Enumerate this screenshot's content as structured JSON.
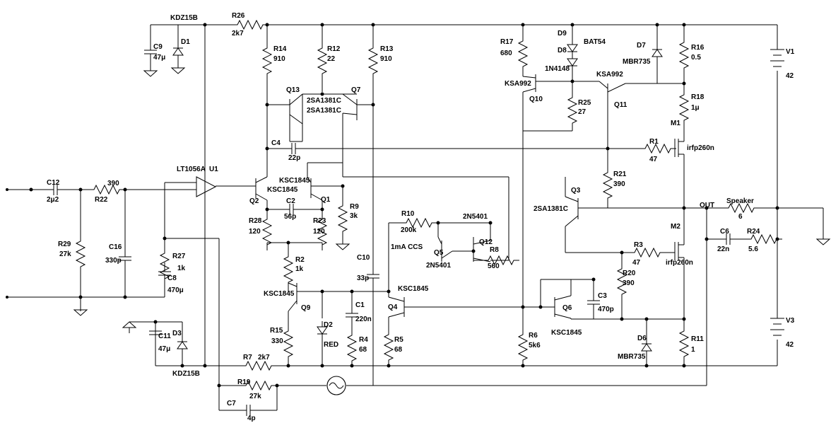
{
  "schematic": {
    "components": {
      "R26": {
        "ref": "R26",
        "value": "2k7"
      },
      "R14": {
        "ref": "R14",
        "value": "910"
      },
      "R12": {
        "ref": "R12",
        "value": "22"
      },
      "R13": {
        "ref": "R13",
        "value": "910"
      },
      "R17": {
        "ref": "R17",
        "value": "680"
      },
      "R16": {
        "ref": "R16",
        "value": "0.5"
      },
      "R18": {
        "ref": "R18",
        "value": "1μ"
      },
      "R25": {
        "ref": "R25",
        "value": "27"
      },
      "R1": {
        "ref": "R1",
        "value": "47"
      },
      "R21": {
        "ref": "R21",
        "value": "390"
      },
      "R22": {
        "ref": "R22",
        "value": "390"
      },
      "R29": {
        "ref": "R29",
        "value": "27k"
      },
      "R27": {
        "ref": "R27",
        "value": "1k"
      },
      "R28": {
        "ref": "R28",
        "value": "120"
      },
      "R23": {
        "ref": "R23",
        "value": "120"
      },
      "R9": {
        "ref": "R9",
        "value": "3k"
      },
      "R2": {
        "ref": "R2",
        "value": "1k"
      },
      "R10": {
        "ref": "R10",
        "value": "200k"
      },
      "R8": {
        "ref": "R8",
        "value": "560"
      },
      "R3": {
        "ref": "R3",
        "value": "47"
      },
      "R20": {
        "ref": "R20",
        "value": "390"
      },
      "R24": {
        "ref": "R24",
        "value": "5.6"
      },
      "R15": {
        "ref": "R15",
        "value": "330"
      },
      "R4": {
        "ref": "R4",
        "value": "68"
      },
      "R5": {
        "ref": "R5",
        "value": "68"
      },
      "R6": {
        "ref": "R6",
        "value": "5k6"
      },
      "R11": {
        "ref": "R11",
        "value": "1"
      },
      "R7": {
        "ref": "R7",
        "value": "2k7"
      },
      "R19": {
        "ref": "R19",
        "value": "27k"
      },
      "C9": {
        "ref": "C9",
        "value": "47μ"
      },
      "C12": {
        "ref": "C12",
        "value": "2μ2"
      },
      "C16": {
        "ref": "C16",
        "value": "330p"
      },
      "C8": {
        "ref": "C8",
        "value": "470μ"
      },
      "C4": {
        "ref": "C4",
        "value": "22p"
      },
      "C2": {
        "ref": "C2",
        "value": "56p"
      },
      "C10": {
        "ref": "C10",
        "value": "33p"
      },
      "C1": {
        "ref": "C1",
        "value": "220n"
      },
      "C11": {
        "ref": "C11",
        "value": "47μ"
      },
      "C3": {
        "ref": "C3",
        "value": "470p"
      },
      "C6": {
        "ref": "C6",
        "value": "22n"
      },
      "C7": {
        "ref": "C7",
        "value": "4p"
      }
    },
    "diodes": {
      "D1": "D1",
      "D3": "D3",
      "D9": "D9",
      "D8": "D8",
      "D7": "D7",
      "D2": "D2",
      "D6": "D6"
    },
    "parts": {
      "kdz_top": "KDZ15B",
      "kdz_bot": "KDZ15B",
      "bat54": "BAT54",
      "n4148": "1N4148",
      "mbr_top": "MBR735",
      "mbr_bot": "MBR735",
      "red": "RED",
      "lt1056": "LT1056A",
      "u1": "U1",
      "ksa992_q10": "KSA992",
      "ksa992_q11": "KSA992",
      "sa1381_q13": "2SA1381C",
      "sa1381_q7": "2SA1381C",
      "sa1381_q3": "2SA1381C",
      "ksc_q2": "KSC1845",
      "ksc_q1": "KSC1845",
      "ksc_q9": "KSC1845",
      "ksc_q4": "KSC1845",
      "ksc_q6": "KSC1845",
      "n5401_q12": "2N5401",
      "n5401_q5": "2N5401",
      "irfp_m1": "irfp260n",
      "irfp_m2": "irfp260n",
      "ccs": "1mA CCS",
      "out": "OUT",
      "speaker": "Speaker",
      "speaker_val": "6"
    },
    "transistors": {
      "Q13": "Q13",
      "Q7": "Q7",
      "Q10": "Q10",
      "Q11": "Q11",
      "Q2": "Q2",
      "Q1": "Q1",
      "Q3": "Q3",
      "Q12": "Q12",
      "Q5": "Q5",
      "Q9": "Q9",
      "Q4": "Q4",
      "Q6": "Q6",
      "M1": "M1",
      "M2": "M2"
    },
    "supplies": {
      "V1": {
        "ref": "V1",
        "value": "42"
      },
      "V3": {
        "ref": "V3",
        "value": "42"
      }
    },
    "colors": {
      "wire": "#000000",
      "background": "#ffffff"
    }
  }
}
